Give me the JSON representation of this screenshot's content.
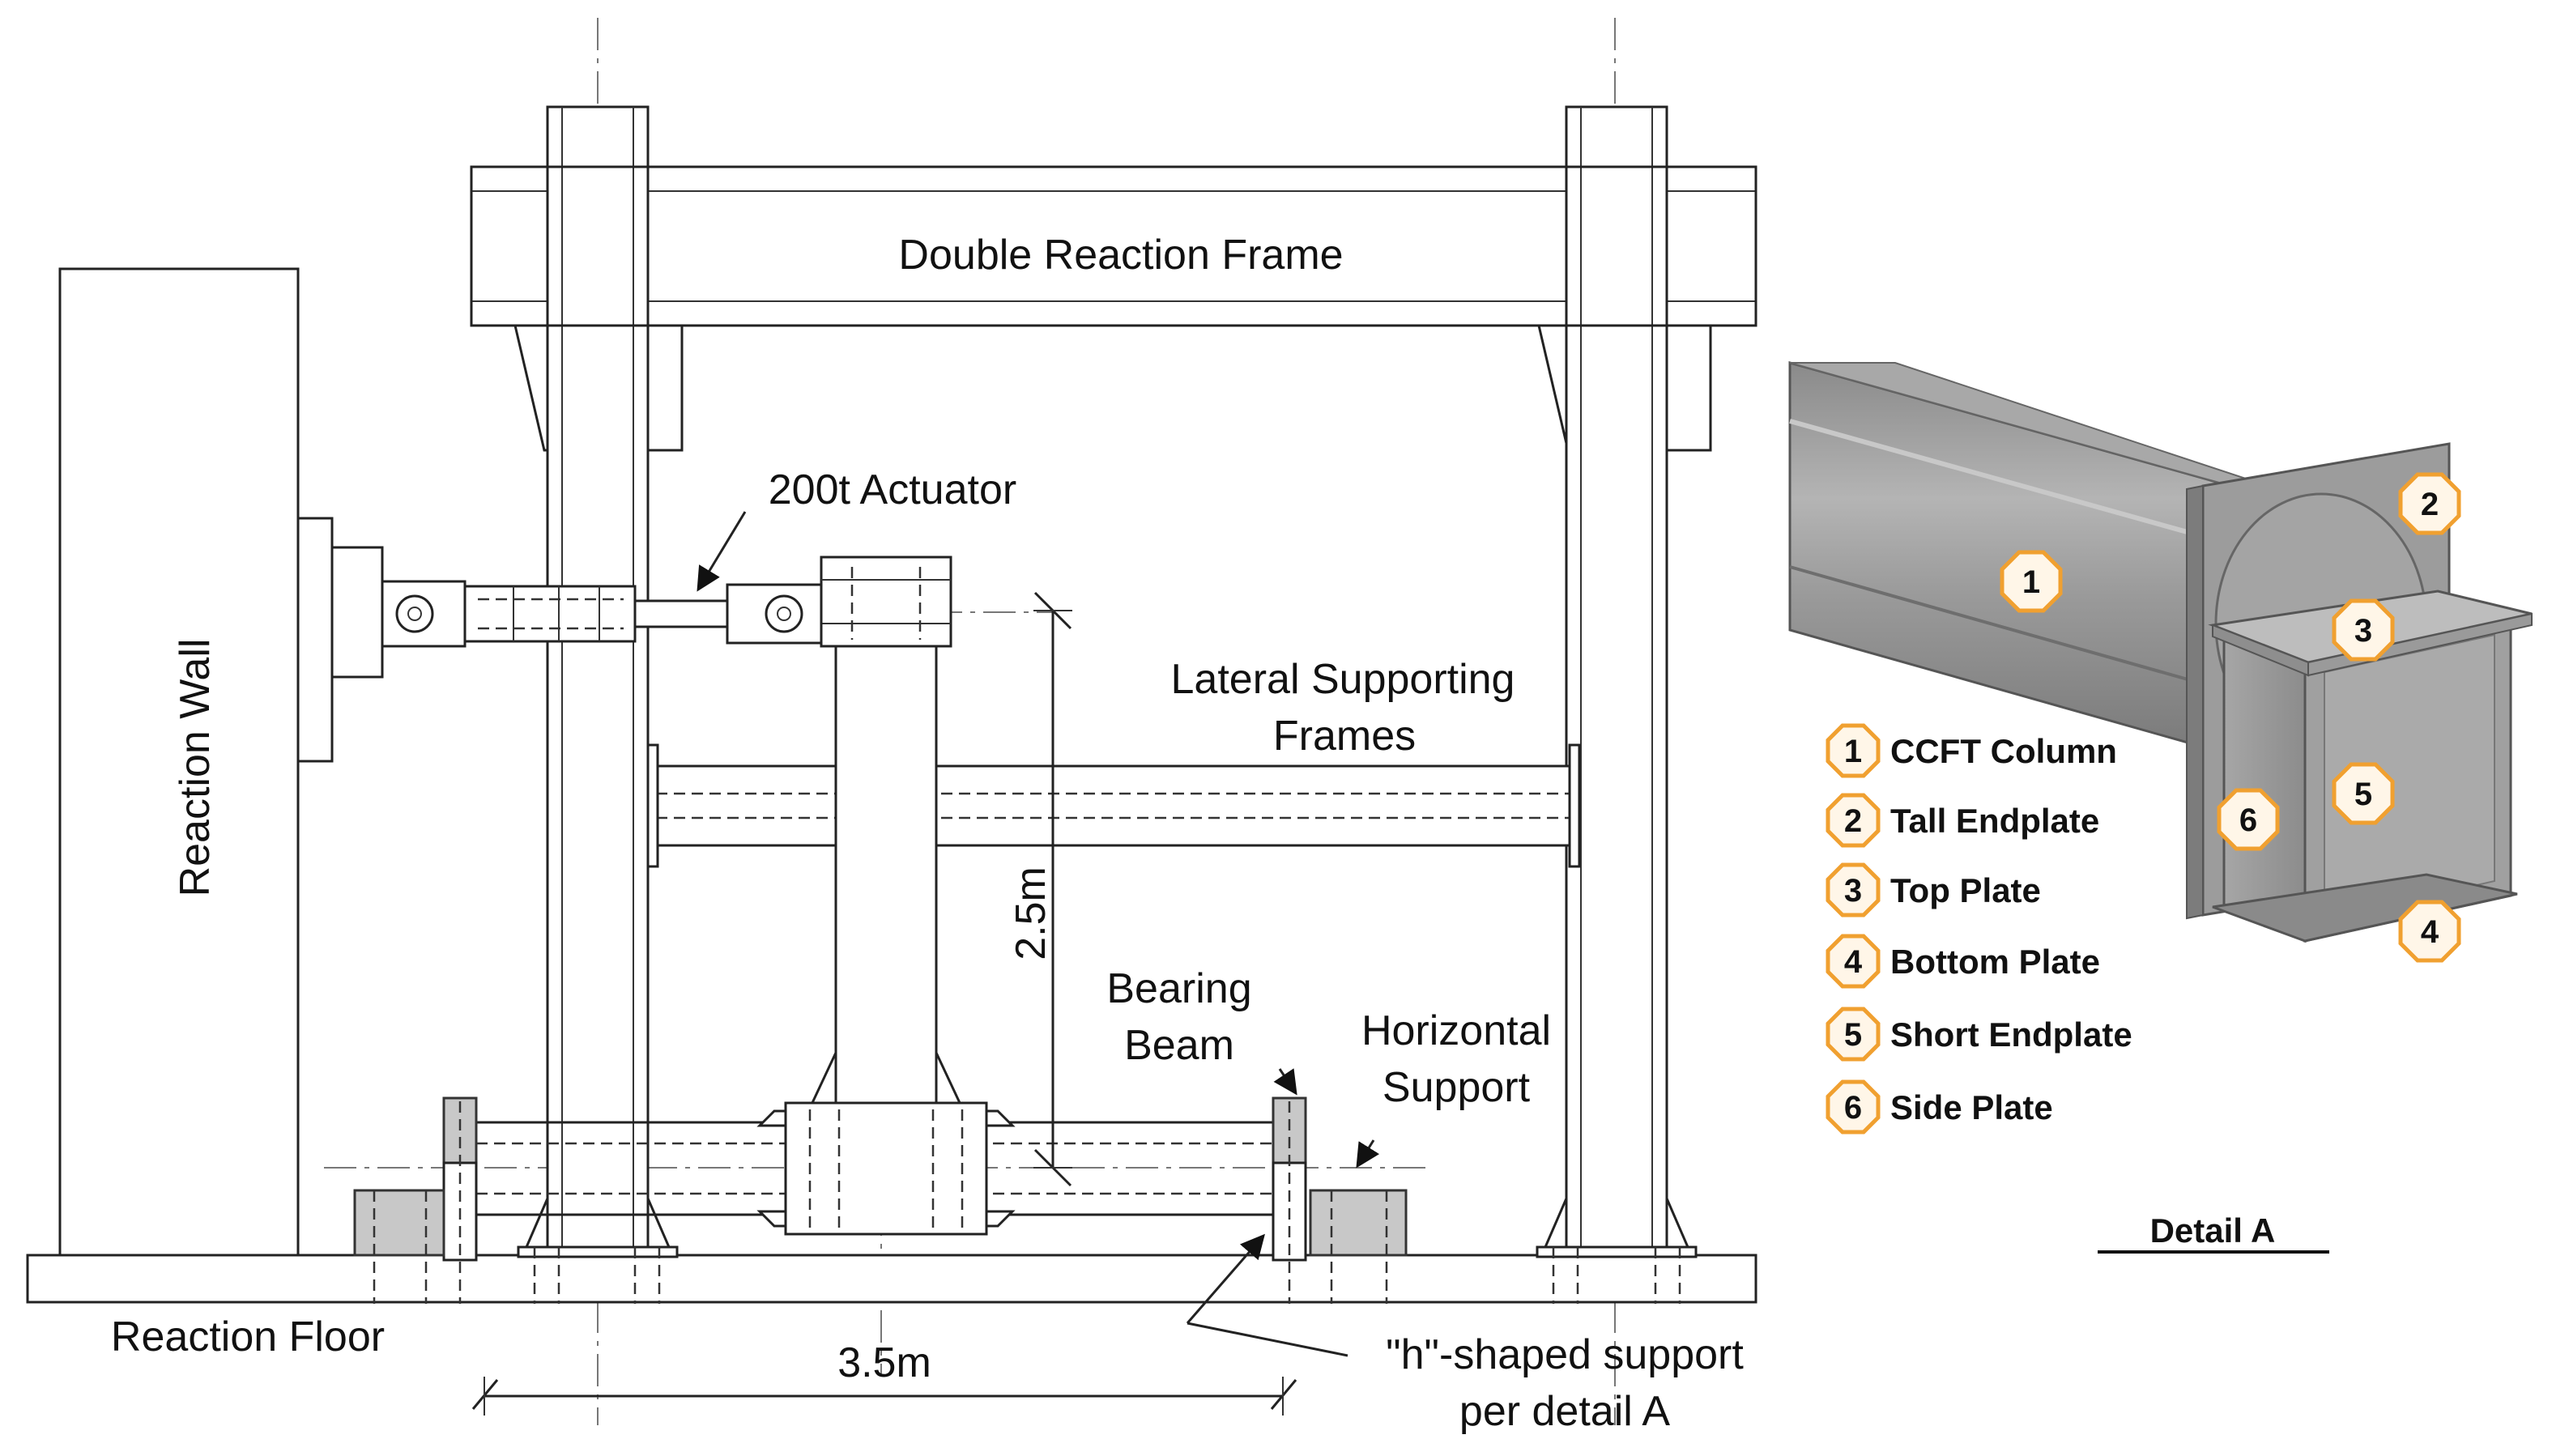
{
  "labels": {
    "double_reaction_frame": "Double Reaction Frame",
    "actuator": "200t Actuator",
    "reaction_wall": "Reaction Wall",
    "lateral_line1": "Lateral Supporting",
    "lateral_line2": "Frames",
    "height_dim": "2.5m",
    "bearing_line1": "Bearing",
    "bearing_line2": "Beam",
    "horizontal_line1": "Horizontal",
    "horizontal_line2": "Support",
    "reaction_floor": "Reaction Floor",
    "span_dim": "3.5m",
    "hsupport_line1": "\"h\"-shaped support",
    "hsupport_line2": "per detail A"
  },
  "detail": {
    "title": "Detail A",
    "badges": [
      "1",
      "2",
      "3",
      "4",
      "5",
      "6"
    ],
    "legend": [
      {
        "num": "1",
        "label": "CCFT Column"
      },
      {
        "num": "2",
        "label": "Tall Endplate"
      },
      {
        "num": "3",
        "label": "Top Plate"
      },
      {
        "num": "4",
        "label": "Bottom Plate"
      },
      {
        "num": "5",
        "label": "Short Endplate"
      },
      {
        "num": "6",
        "label": "Side Plate"
      }
    ]
  }
}
